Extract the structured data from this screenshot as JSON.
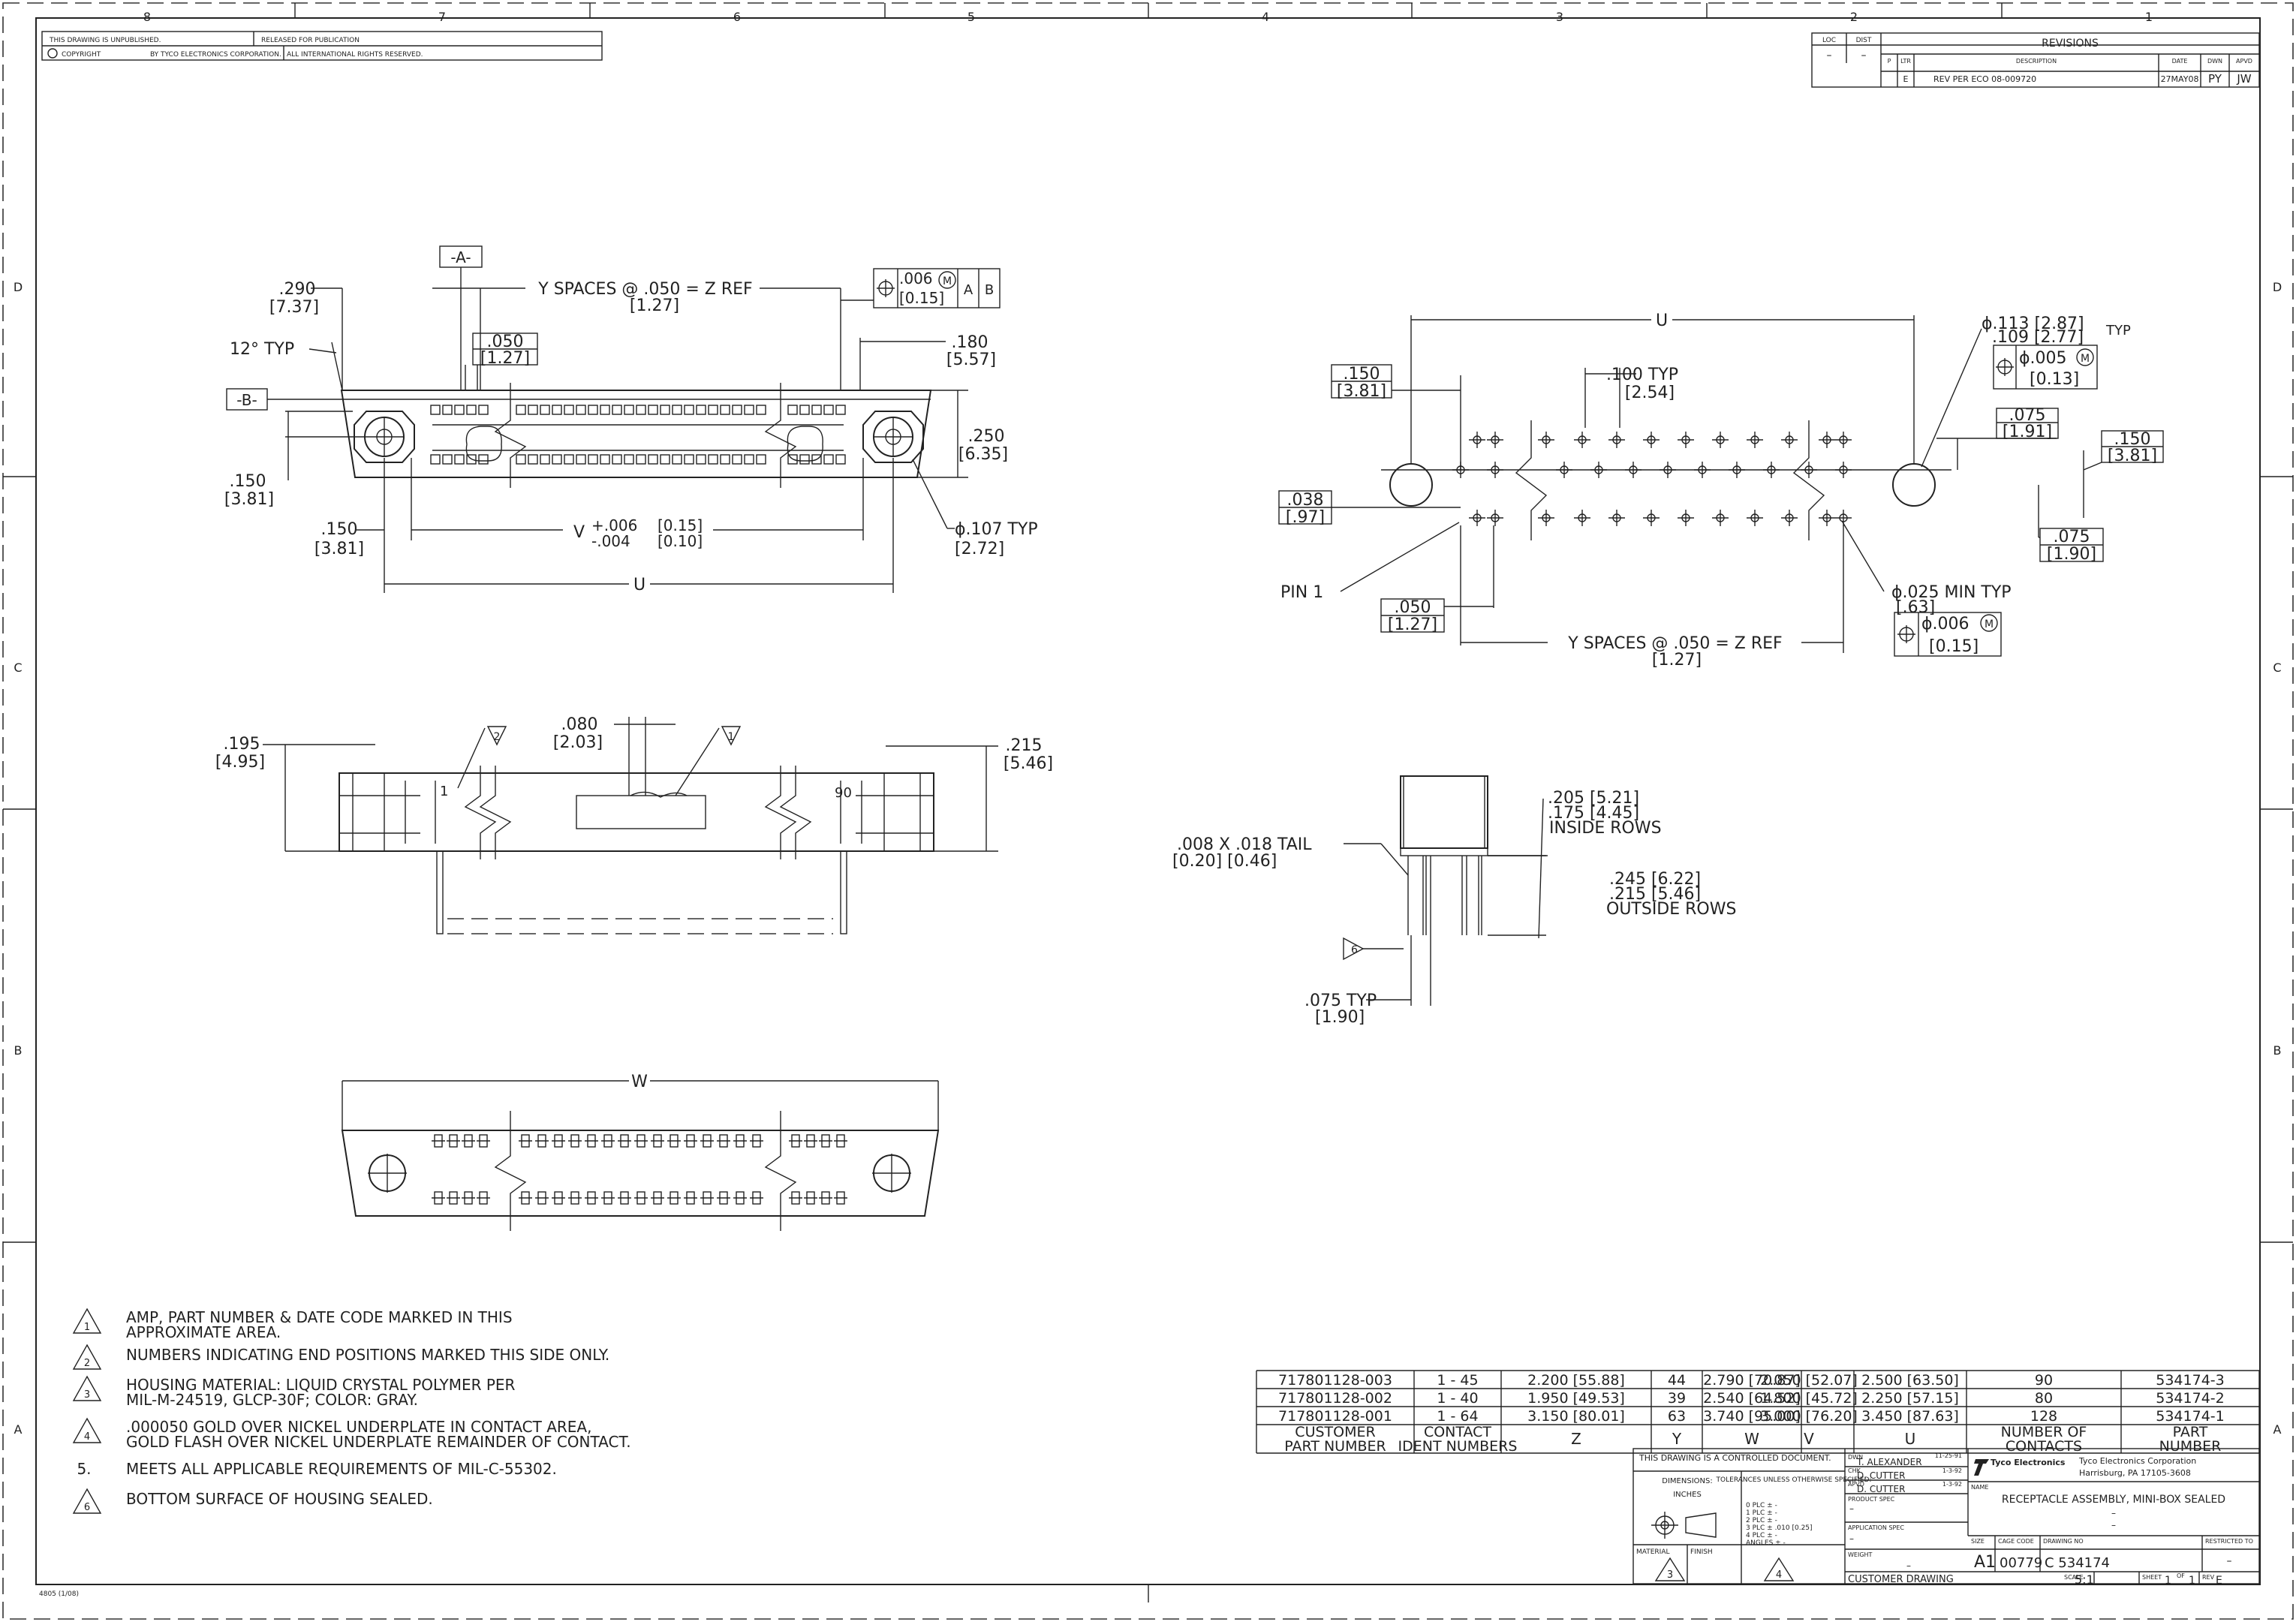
{
  "drawing": {
    "zones_top": [
      "8",
      "7",
      "6",
      "5",
      "4",
      "3",
      "2",
      "1"
    ],
    "zones_side": [
      "D",
      "C",
      "B",
      "A"
    ],
    "unpublished": "THIS DRAWING IS UNPUBLISHED.",
    "released": "RELEASED FOR PUBLICATION",
    "copyright": "COPYRIGHT",
    "by_corp": "BY TYCO ELECTRONICS CORPORATION.",
    "rights": "ALL INTERNATIONAL RIGHTS RESERVED.",
    "form_code": "4805 (1/08)"
  },
  "revisions": {
    "title": "REVISIONS",
    "loc": "LOC",
    "dist": "DIST",
    "col_p": "P",
    "col_ltr": "LTR",
    "col_desc": "DESCRIPTION",
    "col_date": "DATE",
    "col_dwn": "DWN",
    "col_apvd": "APVD",
    "row": {
      "ltr": "E",
      "desc": "REV PER ECO 08-009720",
      "date": "27MAY08",
      "dwn": "PY",
      "apvd": "JW"
    }
  },
  "top_view": {
    "datum_a": "-A-",
    "datum_b": "-B-",
    "d290": ".290",
    "d290m": "[7.37]",
    "yspaces": "Y SPACES @ .050 = Z REF",
    "yspaces_m": "[1.27]",
    "fcf_tol": ".006",
    "fcf_tol_m": "[0.15]",
    "fcf_a": "A",
    "fcf_b": "B",
    "angle": "12° TYP",
    "d050": ".050",
    "d050m": "[1.27]",
    "d180": ".180",
    "d180m": "[5.57]",
    "d250": ".250",
    "d250m": "[6.35]",
    "d150": ".150",
    "d150m": "[3.81]",
    "d150b": ".150",
    "d150bm": "[3.81]",
    "v_label": "V",
    "v_tol_plus": "+.006",
    "v_tol_minus": "-.004",
    "v_tol_plus_m": "[0.15]",
    "v_tol_minus_m": "[0.10]",
    "hole": "ϕ.107 TYP",
    "hole_m": "[2.72]",
    "u_label": "U"
  },
  "side_view": {
    "d195": ".195",
    "d195m": "[4.95]",
    "d080": ".080",
    "d080m": "[2.03]",
    "d215": ".215",
    "d215m": "[5.46]",
    "note2": "2",
    "note1": "1",
    "pos1": "1",
    "pos90": "90"
  },
  "bottom_view": {
    "w_label": "W"
  },
  "pcb_layout": {
    "u_label": "U",
    "hole_dia": "ϕ.113 [2.87]",
    "hole_dia2": ".109 [2.77]",
    "hole_typ": "TYP",
    "hole_pos": "ϕ.005",
    "hole_pos_m": "[0.13]",
    "d150": ".150",
    "d150m": "[3.81]",
    "d100": ".100 TYP",
    "d100m": "[2.54]",
    "d075": ".075",
    "d075m": "[1.91]",
    "d150r": ".150",
    "d150rm": "[3.81]",
    "d038": ".038",
    "d038m": "[.97]",
    "d075b": ".075",
    "d075bm": "[1.90]",
    "pin1": "PIN 1",
    "pin_dia": "ϕ.025 MIN TYP",
    "pin_dia_m": "[.63]",
    "pin_pos": "ϕ.006",
    "pin_pos_m": "[0.15]",
    "d050": ".050",
    "d050m": "[1.27]",
    "yspaces": "Y SPACES @ .050 = Z REF",
    "yspaces_m": "[1.27]"
  },
  "end_view": {
    "d205": ".205 [5.21]",
    "d175": ".175 [4.45]",
    "inside": "INSIDE ROWS",
    "tail": ".008 X .018 TAIL",
    "tail_m": "[0.20] [0.46]",
    "d245": ".245 [6.22]",
    "d215": ".215 [5.46]",
    "outside": "OUTSIDE ROWS",
    "note6": "6",
    "d075": ".075 TYP",
    "d075m": "[1.90]"
  },
  "notes": [
    {
      "num": "1",
      "sym": true,
      "text": "AMP, PART NUMBER & DATE CODE MARKED IN THIS",
      "text2": "APPROXIMATE AREA."
    },
    {
      "num": "2",
      "sym": true,
      "text": "NUMBERS INDICATING END POSITIONS MARKED THIS SIDE ONLY.",
      "text2": ""
    },
    {
      "num": "3",
      "sym": true,
      "text": "HOUSING MATERIAL: LIQUID CRYSTAL POLYMER PER",
      "text2": "MIL-M-24519, GLCP-30F; COLOR: GRAY."
    },
    {
      "num": "4",
      "sym": true,
      "text": ".000050 GOLD OVER NICKEL UNDERPLATE IN CONTACT AREA,",
      "text2": "GOLD FLASH OVER NICKEL UNDERPLATE REMAINDER OF CONTACT."
    },
    {
      "num": "5.",
      "sym": false,
      "text": "MEETS ALL APPLICABLE REQUIREMENTS OF MIL-C-55302.",
      "text2": ""
    },
    {
      "num": "6",
      "sym": true,
      "text": "BOTTOM SURFACE OF HOUSING SEALED.",
      "text2": ""
    }
  ],
  "part_table": {
    "rows": [
      [
        "717801128-003",
        "1 - 45",
        "2.200 [55.88]",
        "44",
        "2.790 [70.87]",
        "2.050 [52.07]",
        "2.500 [63.50]",
        "90",
        "534174-3"
      ],
      [
        "717801128-002",
        "1 - 40",
        "1.950 [49.53]",
        "39",
        "2.540 [64.52]",
        "1.800 [45.72]",
        "2.250 [57.15]",
        "80",
        "534174-2"
      ],
      [
        "717801128-001",
        "1 - 64",
        "3.150 [80.01]",
        "63",
        "3.740 [95.00]",
        "3.000 [76.20]",
        "3.450 [87.63]",
        "128",
        "534174-1"
      ]
    ],
    "headers": [
      "CUSTOMER|PART NUMBER",
      "CONTACT|IDENT NUMBERS",
      "Z",
      "Y",
      "W",
      "V",
      "U",
      "NUMBER OF|CONTACTS",
      "PART|NUMBER"
    ]
  },
  "title_block": {
    "controlled": "THIS DRAWING IS A CONTROLLED DOCUMENT.",
    "dimensions": "DIMENSIONS:",
    "inches": "INCHES",
    "tolerances": "TOLERANCES UNLESS OTHERWISE SPECIFIED:",
    "tol_lines": [
      "0 PLC ± -",
      "1 PLC ± -",
      "2 PLC ± -",
      "3 PLC ± .010 [0.25]",
      "4 PLC ± -",
      "ANGLES ± -"
    ],
    "material": "MATERIAL",
    "material_note": "3",
    "finish": "FINISH",
    "finish_note": "4",
    "dwn_label": "DWN",
    "dwn": "T. ALEXANDER",
    "dwn_date": "11-25-91",
    "chk_label": "CHK",
    "chk": "D. CUTTER",
    "chk_date": "1-3-92",
    "apvd_label": "APVD",
    "apvd": "D. CUTTER",
    "apvd_date": "1-3-92",
    "product_spec": "PRODUCT SPEC",
    "application_spec": "APPLICATION SPEC",
    "weight": "WEIGHT",
    "customer_drawing": "CUSTOMER DRAWING",
    "company_logo": "Tyco Electronics",
    "company": "Tyco Electronics Corporation",
    "address": "Harrisburg, PA 17105-3608",
    "name_label": "NAME",
    "name": "RECEPTACLE ASSEMBLY, MINI-BOX SEALED",
    "size_label": "SIZE",
    "size": "A1",
    "cage_label": "CAGE CODE",
    "cage": "00779",
    "dwg_label": "DRAWING NO",
    "dwg": "C 534174",
    "restricted": "RESTRICTED TO",
    "scale_label": "SCALE",
    "scale": "5:1",
    "sheet_label": "SHEET",
    "sheet": "1",
    "of": "OF",
    "sheets": "1",
    "rev_label": "REV",
    "rev": "E"
  }
}
